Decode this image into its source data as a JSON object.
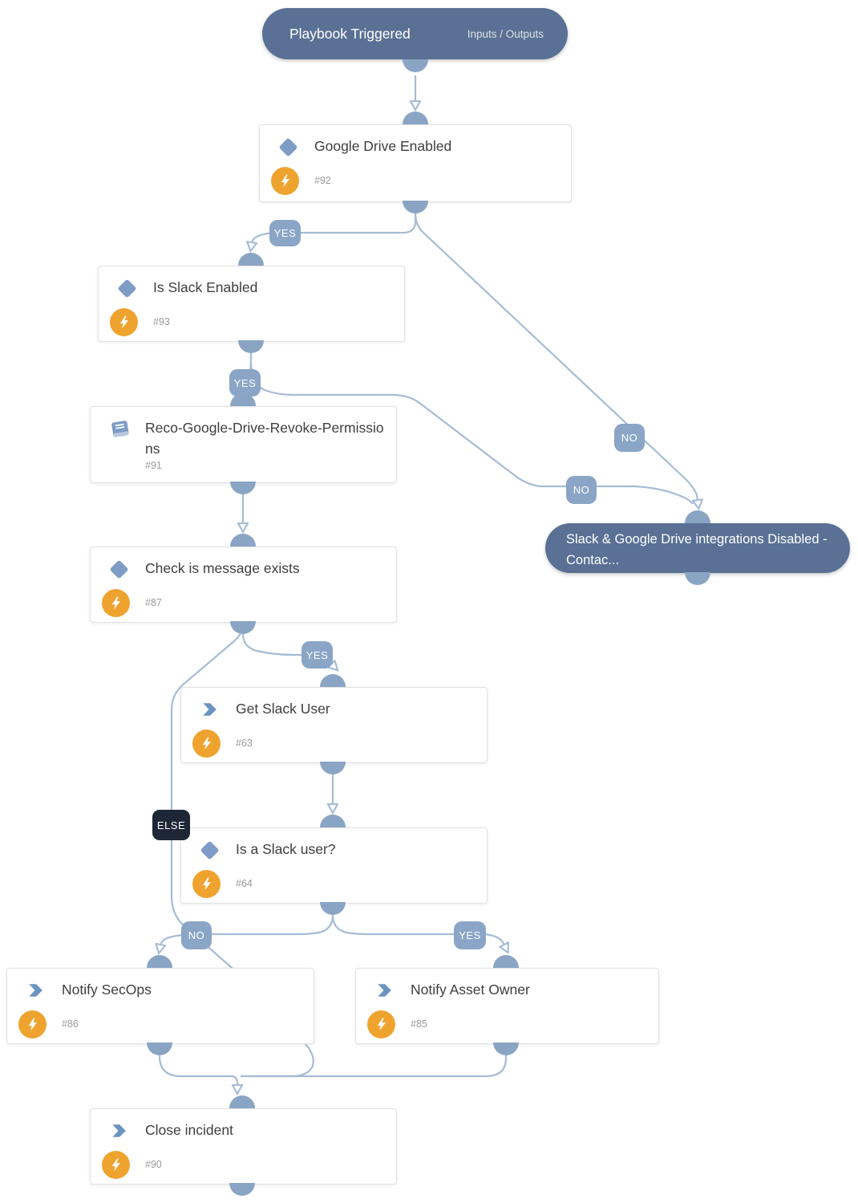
{
  "trigger": {
    "title": "Playbook Triggered",
    "link": "Inputs / Outputs"
  },
  "end_pill": {
    "title": "Slack & Google Drive integrations Disabled - Contac..."
  },
  "labels": {
    "yes": "YES",
    "no": "NO",
    "else": "ELSE"
  },
  "nodes": {
    "google_drive_enabled": {
      "title": "Google Drive Enabled",
      "num": "#92",
      "type": "condition"
    },
    "is_slack_enabled": {
      "title": "Is Slack Enabled",
      "num": "#93",
      "type": "condition"
    },
    "reco_playbook": {
      "title": "Reco-Google-Drive-Revoke-Permissions",
      "num": "#91",
      "type": "sub-playbook"
    },
    "check_message": {
      "title": "Check is message exists",
      "num": "#87",
      "type": "condition"
    },
    "get_slack_user": {
      "title": "Get Slack User",
      "num": "#63",
      "type": "task"
    },
    "is_slack_user": {
      "title": "Is a Slack user?",
      "num": "#64",
      "type": "condition"
    },
    "notify_secops": {
      "title": "Notify SecOps",
      "num": "#86",
      "type": "task"
    },
    "notify_asset_owner": {
      "title": "Notify Asset Owner",
      "num": "#85",
      "type": "task"
    },
    "close_incident": {
      "title": "Close incident",
      "num": "#90",
      "type": "task"
    }
  },
  "colors": {
    "pill_bg": "#5a7195",
    "line": "#a6bcd6",
    "connector": "#8aa5c4",
    "label_bg": "#8aa5c6",
    "else_bg": "#1d2736",
    "bolt_bg": "#efa32f",
    "icon_blue": "#7e9cc5"
  }
}
